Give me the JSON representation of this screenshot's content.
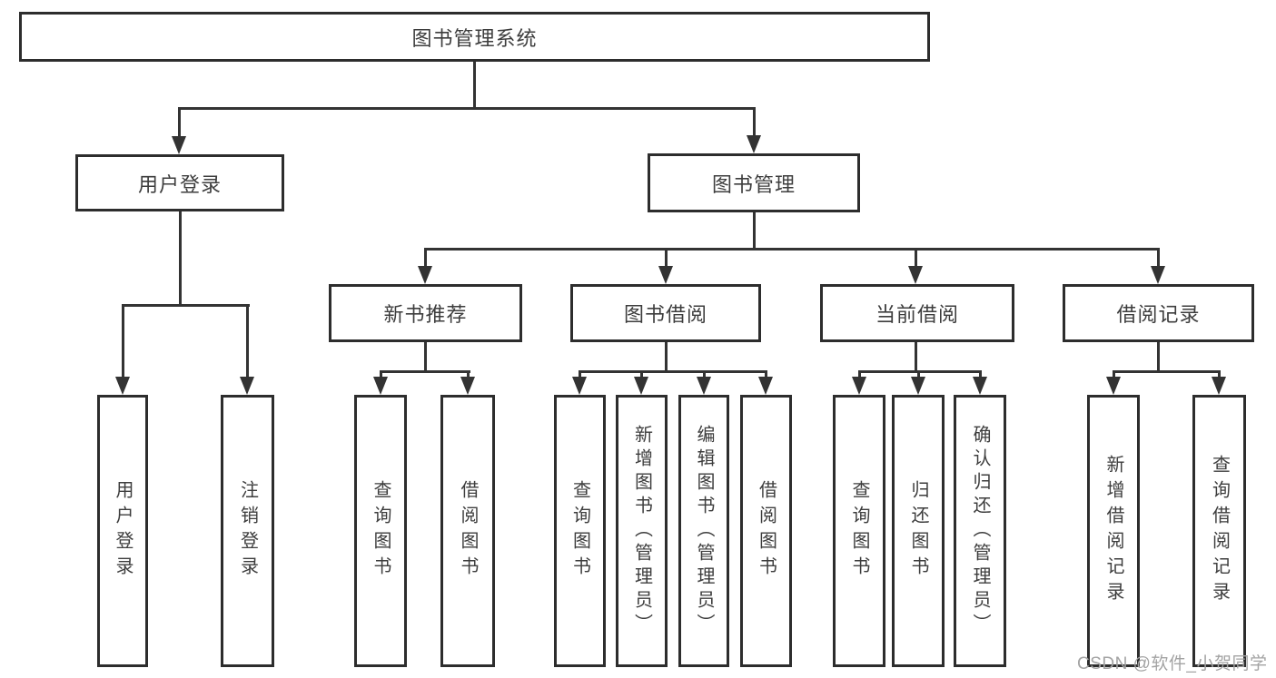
{
  "root": {
    "label": "图书管理系统"
  },
  "branches": [
    {
      "label": "用户登录",
      "leaves": [
        "用户登录",
        "注销登录"
      ]
    },
    {
      "label": "图书管理",
      "children": [
        {
          "label": "新书推荐",
          "leaves": [
            "查询图书",
            "借阅图书"
          ]
        },
        {
          "label": "图书借阅",
          "leaves": [
            "查询图书",
            "新增图书（管理员）",
            "编辑图书（管理员）",
            "借阅图书"
          ]
        },
        {
          "label": "当前借阅",
          "leaves": [
            "查询图书",
            "归还图书",
            "确认归还（管理员）"
          ]
        },
        {
          "label": "借阅记录",
          "leaves": [
            "新增借阅记录",
            "查询借阅记录"
          ]
        }
      ]
    }
  ],
  "watermark": {
    "text": "CSDN @软件_小贺同学"
  },
  "colors": {
    "line": "#333333",
    "box_border": "#2d2d2d",
    "box_background": "#ffffff",
    "text": "#3d3d3d",
    "watermark": "#a3a3a3"
  }
}
